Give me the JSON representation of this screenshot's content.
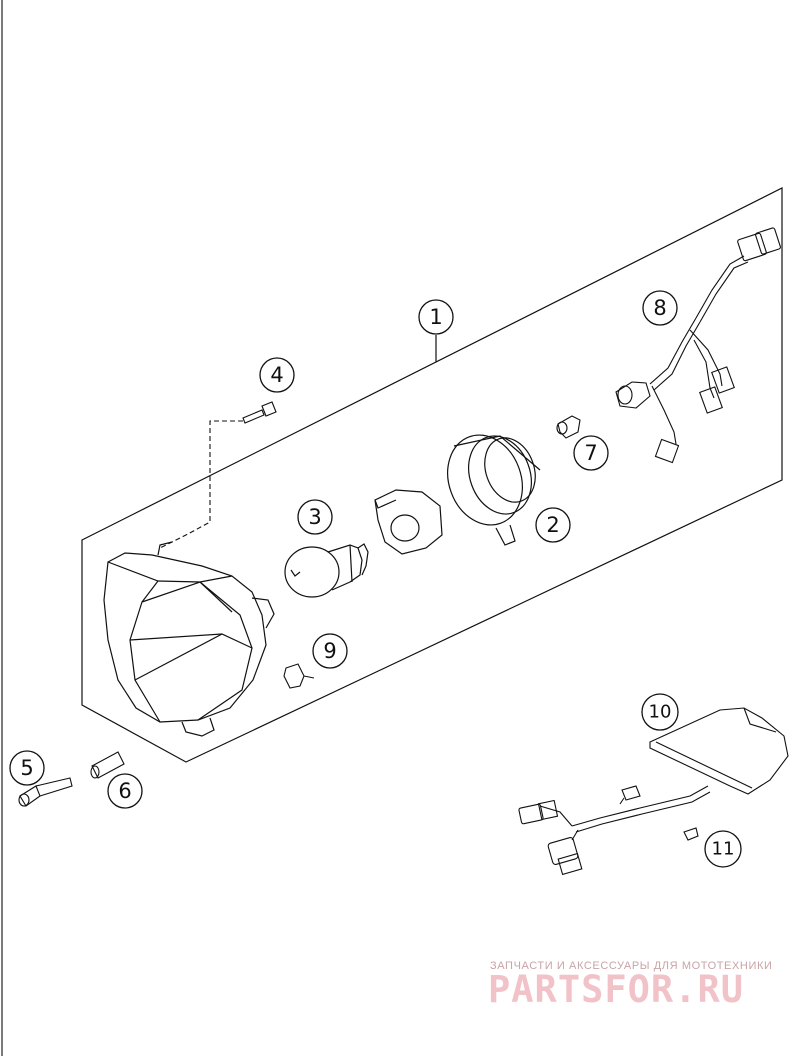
{
  "diagram": {
    "callouts": [
      {
        "id": "callout-1",
        "label": "1"
      },
      {
        "id": "callout-2",
        "label": "2"
      },
      {
        "id": "callout-3",
        "label": "3"
      },
      {
        "id": "callout-4",
        "label": "4"
      },
      {
        "id": "callout-5",
        "label": "5"
      },
      {
        "id": "callout-6",
        "label": "6"
      },
      {
        "id": "callout-7",
        "label": "7"
      },
      {
        "id": "callout-8",
        "label": "8"
      },
      {
        "id": "callout-9",
        "label": "9"
      },
      {
        "id": "callout-10",
        "label": "10"
      },
      {
        "id": "callout-11",
        "label": "11"
      }
    ]
  },
  "watermark": {
    "tagline": "ЗАПЧАСТИ И АКСЕССУАРЫ ДЛЯ МОТОТЕХНИКИ",
    "logo": "PARTSFOR.RU"
  },
  "colors": {
    "line": "#111111",
    "watermark": "#f1c3c8"
  }
}
